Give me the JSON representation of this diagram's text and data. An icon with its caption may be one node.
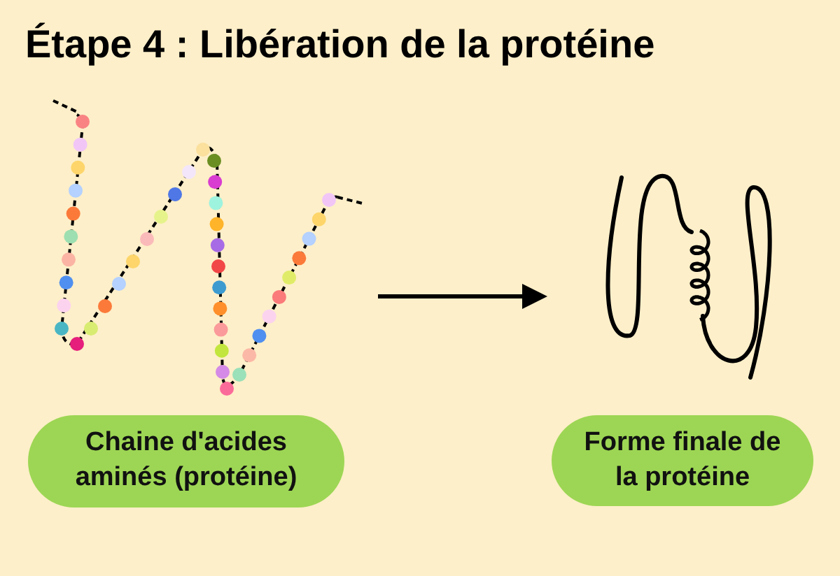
{
  "diagram": {
    "title": "Étape 4 : Libération de la protéine",
    "nodes": [
      {
        "text": [],
        "shape": "picture"
      },
      {
        "text": [],
        "shape": "picture"
      },
      {
        "text": [
          "Chaine d'acides aminés (protéine)"
        ]
      },
      {
        "text": [
          "Forme finale de la protéine"
        ]
      }
    ],
    "edges": [
      {
        "from": 0,
        "to": 1,
        "arrow": "to"
      }
    ]
  }
}
